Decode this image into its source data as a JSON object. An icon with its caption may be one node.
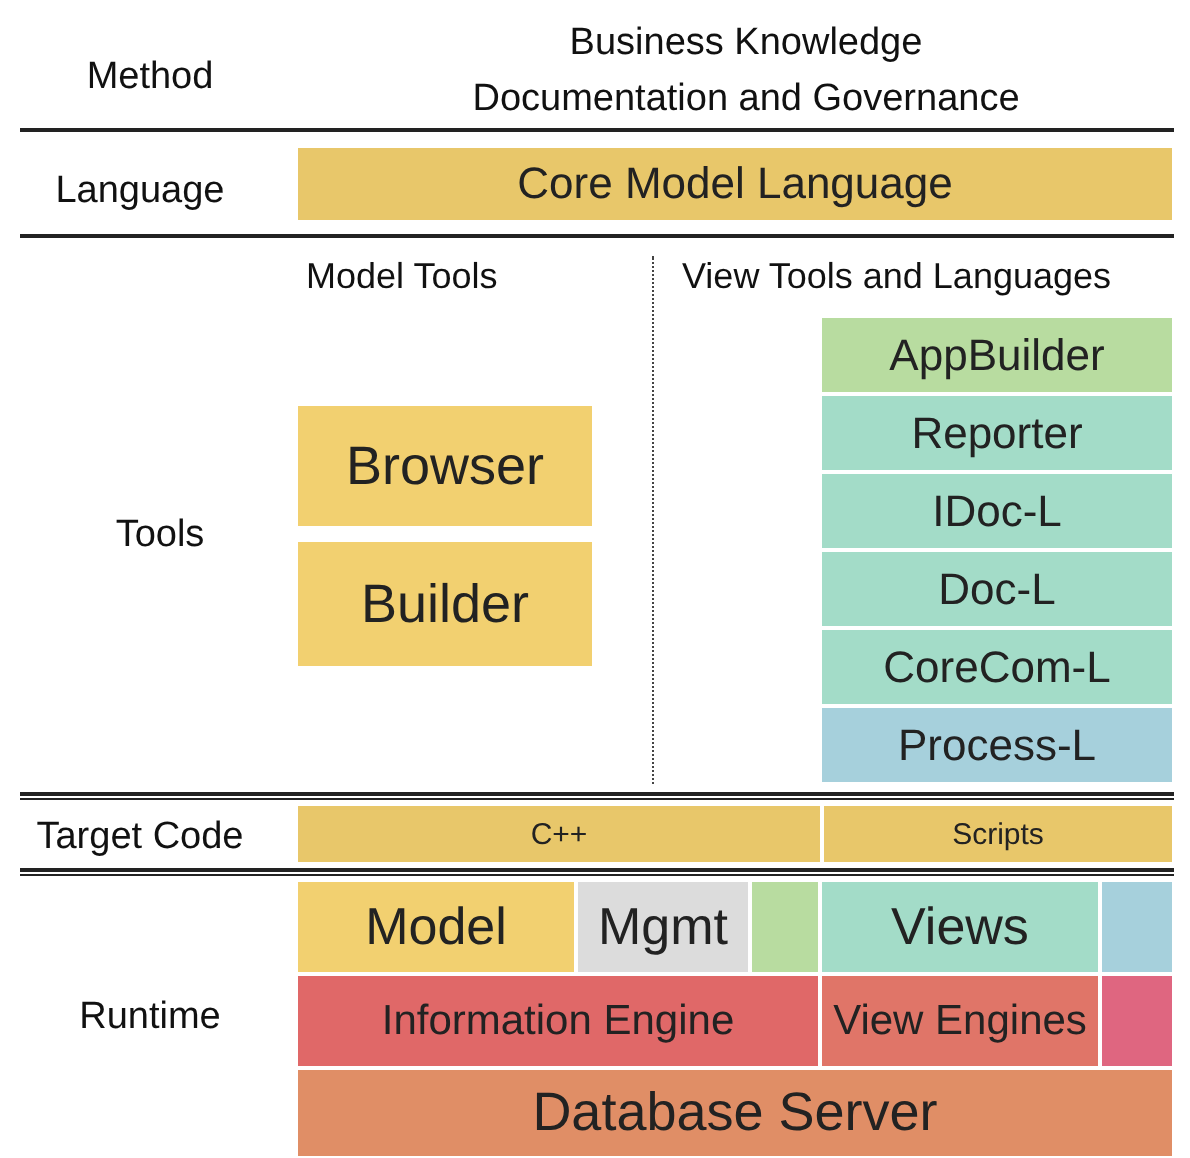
{
  "diagram": {
    "nodes": [
      {
        "text": [
          "Core Model Language"
        ]
      },
      {
        "text": [
          "Browser"
        ]
      },
      {
        "text": [
          "Builder"
        ]
      },
      {
        "text": [
          "AppBuilder"
        ]
      },
      {
        "text": [
          "Reporter"
        ]
      },
      {
        "text": [
          "IDoc-L"
        ]
      },
      {
        "text": [
          "Doc-L"
        ]
      },
      {
        "text": [
          "CoreCom-L"
        ]
      },
      {
        "text": [
          "Process-L"
        ]
      },
      {
        "text": [
          "C++"
        ]
      },
      {
        "text": [
          "Scripts"
        ]
      },
      {
        "text": [
          "Model"
        ]
      },
      {
        "text": [
          "Mgmt"
        ]
      },
      {
        "text": [],
        "shape": "box"
      },
      {
        "text": [
          "Views"
        ]
      },
      {
        "text": [],
        "shape": "box"
      },
      {
        "text": [
          "Information Engine"
        ]
      },
      {
        "text": [
          "View Engines"
        ]
      },
      {
        "text": [],
        "shape": "box"
      },
      {
        "text": [
          "Database Server"
        ]
      }
    ],
    "edges": [],
    "labels": [
      "Method",
      "Business Knowledge Documentation and Governance",
      "Language",
      "Model Tools",
      "View Tools and Languages",
      "Tools",
      "Target Code",
      "Runtime"
    ]
  }
}
